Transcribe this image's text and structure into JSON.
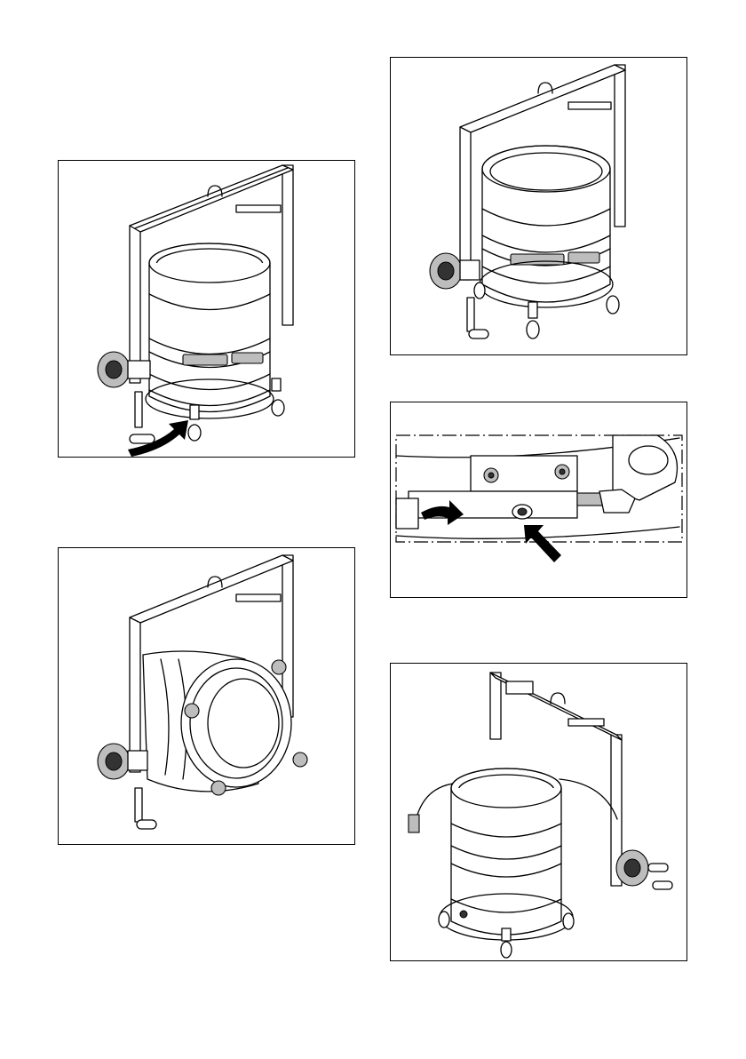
{
  "figures": [
    {
      "id": "step-tilt-crank",
      "icon": "rotation-arrow-icon"
    },
    {
      "id": "step-lowered-drum",
      "icon": "none"
    },
    {
      "id": "step-release-latch",
      "icon": "push-arrow-icon"
    },
    {
      "id": "step-tilted-drum",
      "icon": "none"
    },
    {
      "id": "step-open-clamp-ring",
      "icon": "none"
    }
  ],
  "colors": {
    "line": "#000000",
    "background": "#ffffff",
    "shade": "#bdbdbd"
  }
}
